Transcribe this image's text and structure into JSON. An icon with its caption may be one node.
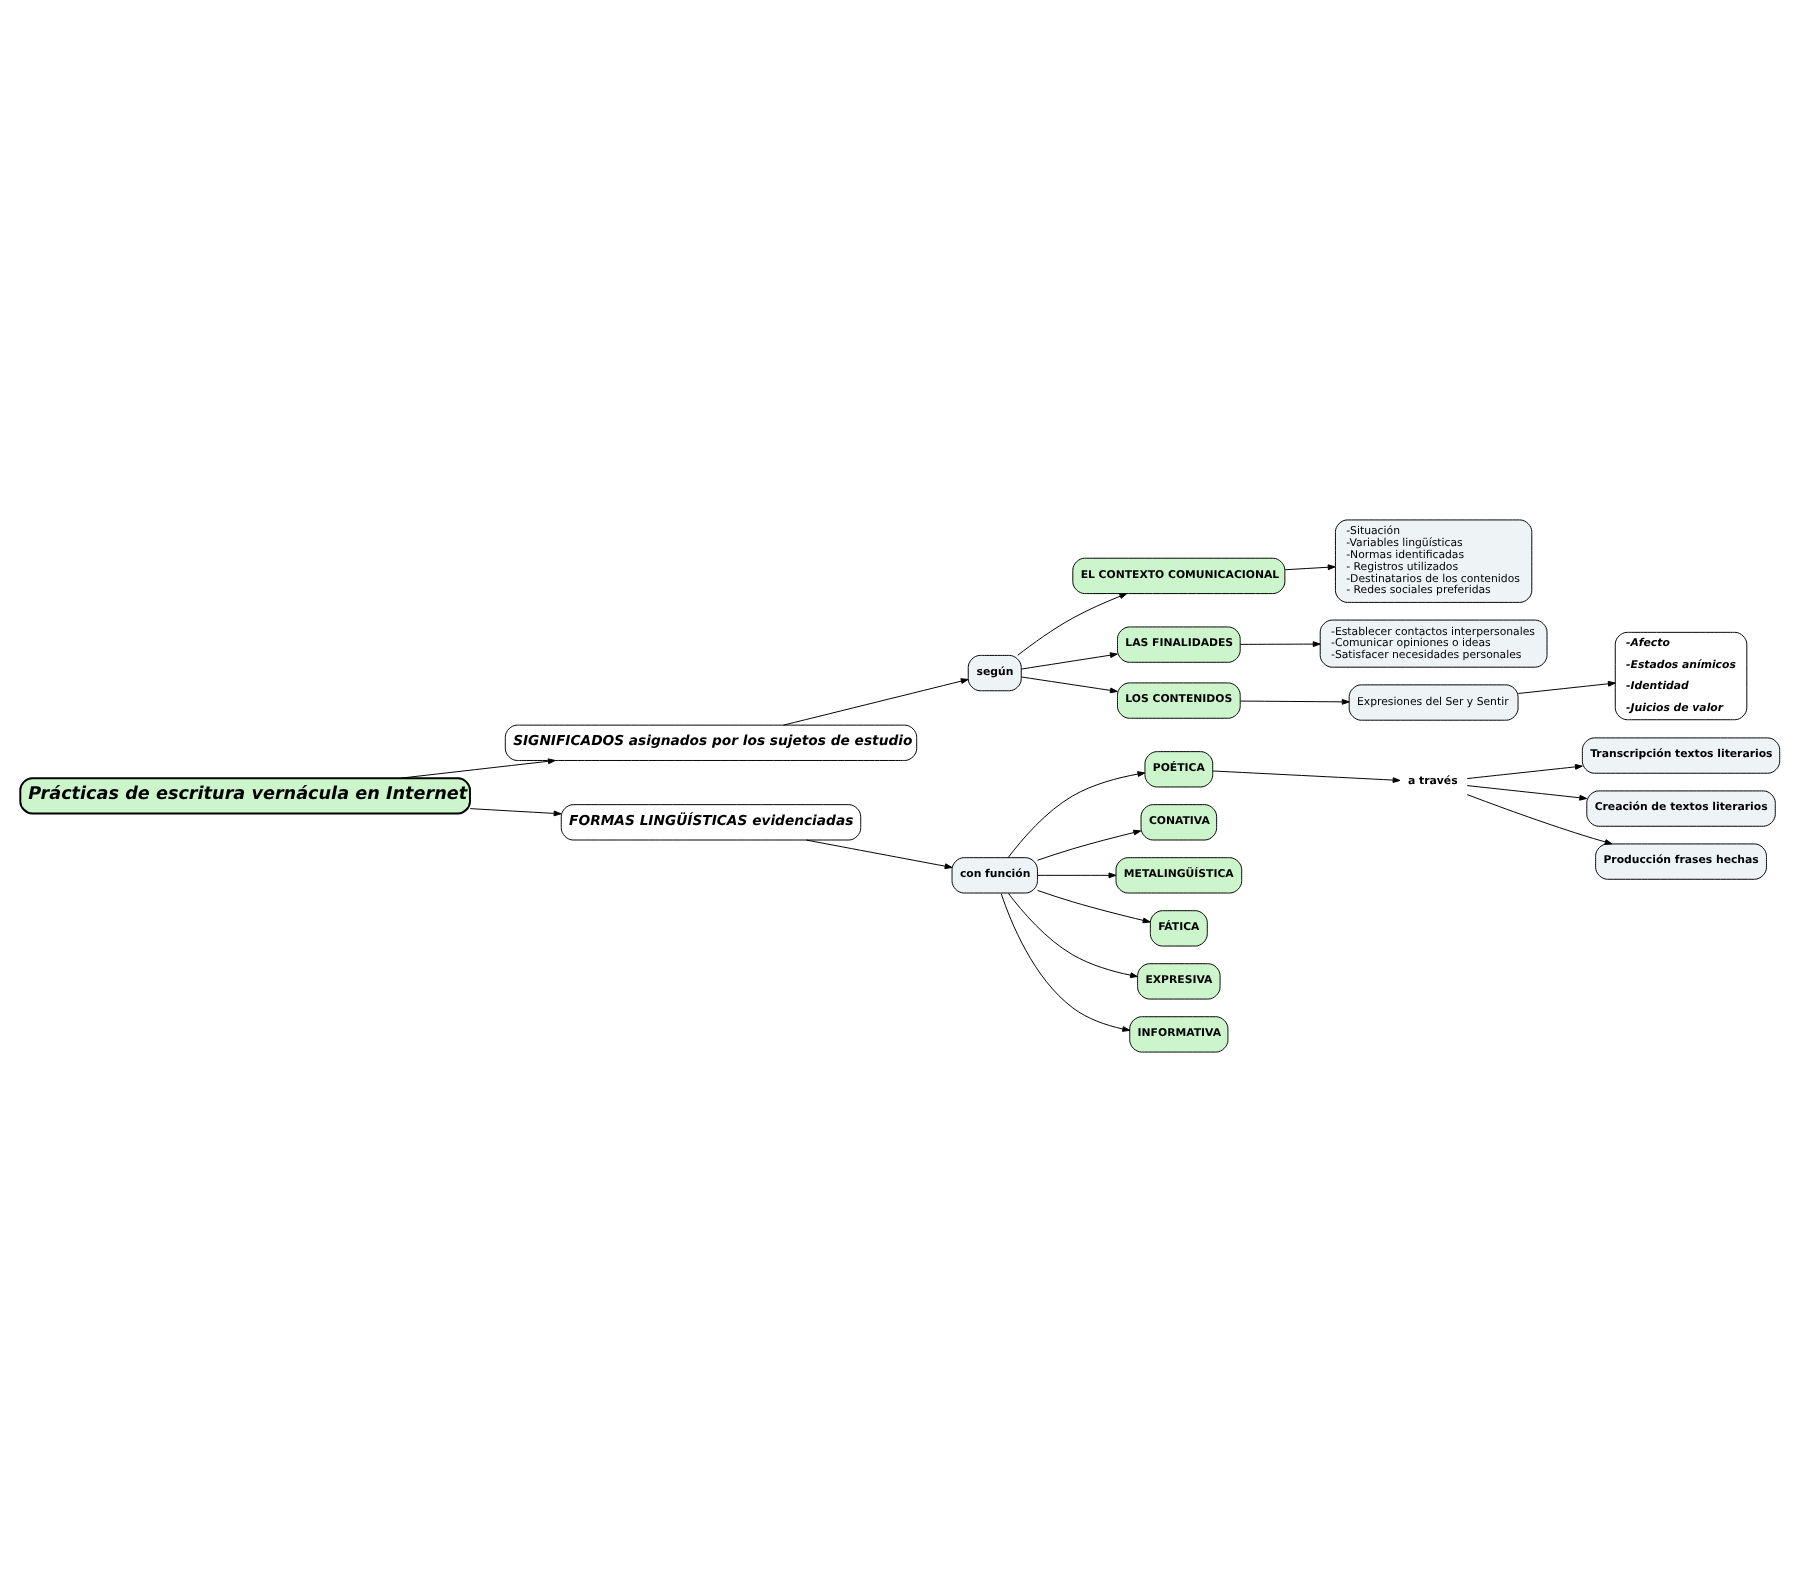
{
  "diagram": {
    "nodes": [
      {
        "text": [
          "Prácticas de escritura vernácula en Internet"
        ]
      },
      {
        "text": [
          "SIGNIFICADOS asignados por los sujetos de estudio"
        ]
      },
      {
        "text": [
          "según"
        ]
      },
      {
        "text": [
          "EL CONTEXTO COMUNICACIONAL"
        ]
      },
      {
        "text": [
          "-Situación",
          "-Variables lingüísticas",
          "-Normas identificadas",
          "- Registros utilizados",
          "-Destinatarios de los contenidos",
          "- Redes sociales preferidas"
        ]
      },
      {
        "text": [
          "LAS FINALIDADES"
        ]
      },
      {
        "text": [
          "-Establecer contactos interpersonales",
          "-Comunicar opiniones o ideas",
          "-Satisfacer necesidades personales"
        ]
      },
      {
        "text": [
          "LOS CONTENIDOS"
        ]
      },
      {
        "text": [
          "Expresiones del Ser y Sentir"
        ]
      },
      {
        "text": [
          "-Afecto",
          "-Estados anímicos",
          "-Identidad",
          "-Juicios de valor"
        ]
      },
      {
        "text": [
          "FORMAS LINGÜÍSTICAS evidenciadas"
        ]
      },
      {
        "text": [
          "con función"
        ]
      },
      {
        "text": [
          "POÉTICA"
        ]
      },
      {
        "text": [
          "a través"
        ]
      },
      {
        "text": [
          "Transcripción textos literarios"
        ]
      },
      {
        "text": [
          "Creación de textos literarios"
        ]
      },
      {
        "text": [
          "Producción frases hechas"
        ]
      },
      {
        "text": [
          "CONATIVA"
        ]
      },
      {
        "text": [
          "METALINGÜÍSTICA"
        ]
      },
      {
        "text": [
          "FÁTICA"
        ]
      },
      {
        "text": [
          "EXPRESIVA"
        ]
      },
      {
        "text": [
          "INFORMATIVA"
        ]
      }
    ],
    "edges": [
      {
        "from": 0,
        "to": 1,
        "arrow": "to"
      },
      {
        "from": 0,
        "to": 10,
        "arrow": "to"
      },
      {
        "from": 1,
        "to": 2,
        "arrow": "to"
      },
      {
        "from": 2,
        "to": 3,
        "arrow": "to"
      },
      {
        "from": 2,
        "to": 5,
        "arrow": "to"
      },
      {
        "from": 2,
        "to": 7,
        "arrow": "to"
      },
      {
        "from": 3,
        "to": 4,
        "arrow": "to"
      },
      {
        "from": 5,
        "to": 6,
        "arrow": "to"
      },
      {
        "from": 7,
        "to": 8,
        "arrow": "to"
      },
      {
        "from": 8,
        "to": 9,
        "arrow": "to"
      },
      {
        "from": 10,
        "to": 11,
        "arrow": "to"
      },
      {
        "from": 11,
        "to": 12,
        "arrow": "to"
      },
      {
        "from": 12,
        "to": 13,
        "arrow": "to"
      },
      {
        "from": 13,
        "to": 14,
        "arrow": "to"
      },
      {
        "from": 13,
        "to": 15,
        "arrow": "to"
      },
      {
        "from": 13,
        "to": 16,
        "arrow": "to"
      },
      {
        "from": 11,
        "to": 17,
        "arrow": "to"
      },
      {
        "from": 11,
        "to": 18,
        "arrow": "to"
      },
      {
        "from": 11,
        "to": 19,
        "arrow": "to"
      },
      {
        "from": 11,
        "to": 20,
        "arrow": "to"
      },
      {
        "from": 11,
        "to": 21,
        "arrow": "to"
      }
    ]
  }
}
